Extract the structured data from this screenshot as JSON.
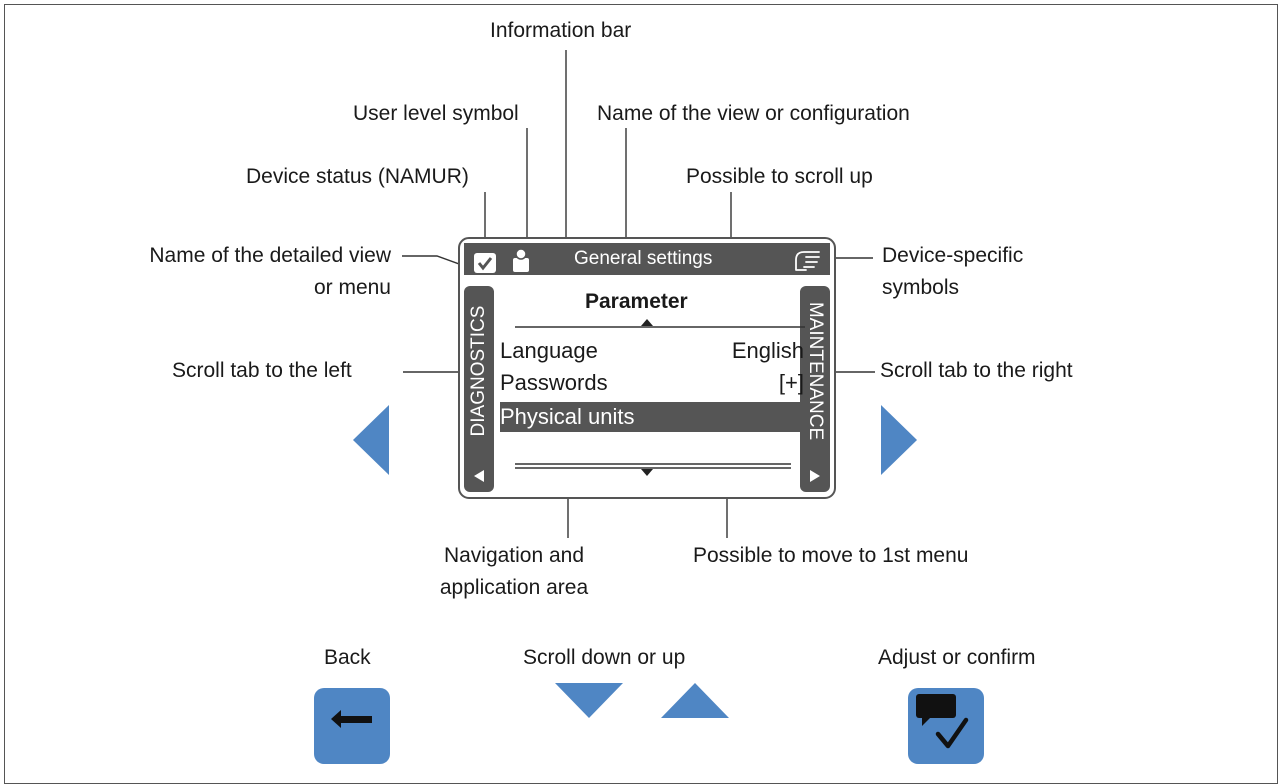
{
  "labels": {
    "information_bar": "Information bar",
    "user_level_symbol": "User level symbol",
    "view_name": "Name of the view or configuration",
    "device_status": "Device status (NAMUR)",
    "scroll_up": "Possible to scroll up",
    "detailed_view_line1": "Name of the detailed view",
    "detailed_view_line2": "or menu",
    "device_specific_line1": "Device-specific",
    "device_specific_line2": "symbols",
    "scroll_tab_left": "Scroll tab to the left",
    "scroll_tab_right": "Scroll tab to the right",
    "nav_area_line1": "Navigation and",
    "nav_area_line2": "application area",
    "move_first_menu": "Possible to move to 1st menu"
  },
  "screen": {
    "info_title": "General settings",
    "menu_title": "Parameter",
    "left_tab": "DIAGNOSTICS",
    "right_tab": "MAINTENANCE",
    "rows": [
      {
        "name": "Language",
        "value": "English"
      },
      {
        "name": "Passwords",
        "value": "[+]"
      },
      {
        "name": "Physical units",
        "value": ""
      }
    ]
  },
  "buttons": {
    "back": "Back",
    "scroll": "Scroll down or up",
    "confirm": "Adjust or confirm"
  },
  "colors": {
    "button_blue": "#4f86c4",
    "display_dark": "#555555"
  }
}
